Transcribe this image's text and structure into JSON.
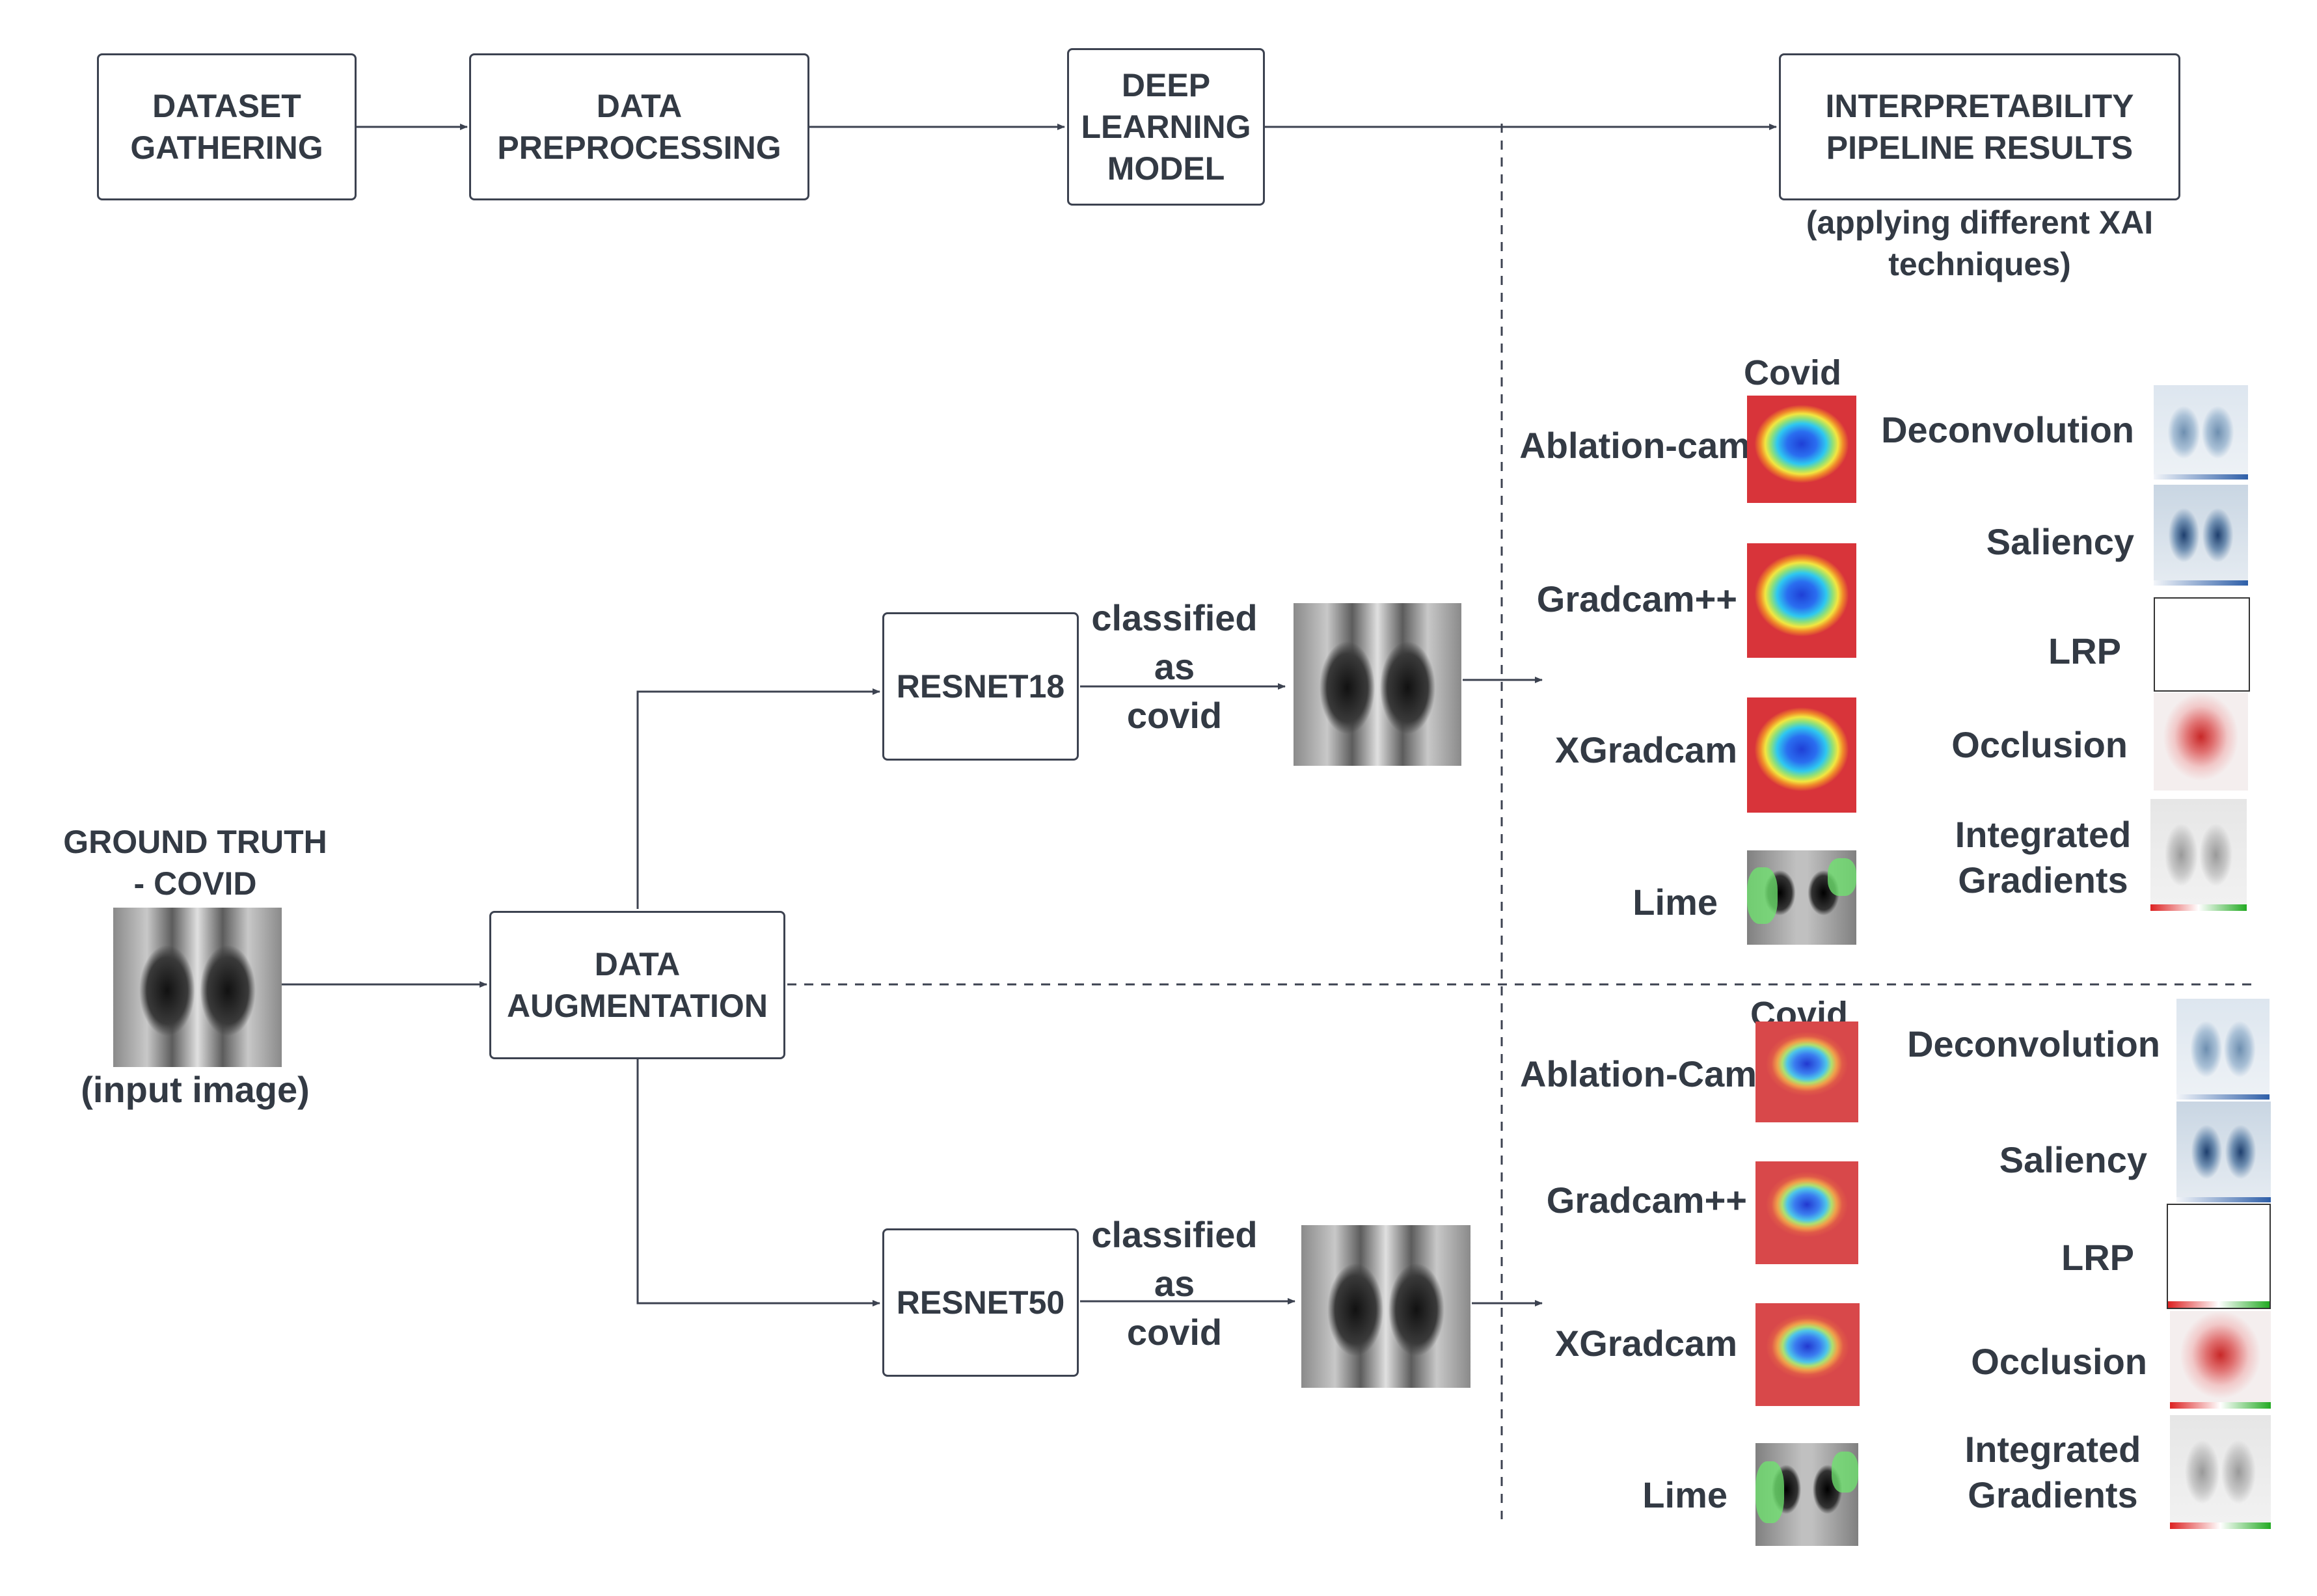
{
  "pipeline": {
    "dataset_gathering": "DATASET\nGATHERING",
    "data_preprocessing": "DATA\nPREPROCESSING",
    "deep_learning_model": "DEEP\nLEARNING\nMODEL",
    "interpretability_results": "INTERPRETABILITY\nPIPELINE RESULTS",
    "interpretability_note": "(applying different XAI\ntechniques)"
  },
  "input": {
    "ground_truth": "GROUND TRUTH\n- COVID",
    "caption": "(input image)"
  },
  "augmentation": "DATA\nAUGMENTATION",
  "models": [
    {
      "name": "RESNET18",
      "classified_label": "classified\nas\ncovid",
      "class_header": "Covid",
      "cam_methods": [
        "Ablation-cam",
        "Gradcam++",
        "XGradcam",
        "Lime"
      ],
      "attribution_methods": [
        "Deconvolution",
        "Saliency",
        "LRP",
        "Occlusion",
        "Integrated\nGradients"
      ]
    },
    {
      "name": "RESNET50",
      "classified_label": "classified\nas\ncovid",
      "class_header": "Covid",
      "cam_methods": [
        "Ablation-Cam",
        "Gradcam++",
        "XGradcam",
        "Lime"
      ],
      "attribution_methods": [
        "Deconvolution",
        "Saliency",
        "LRP",
        "Occlusion",
        "Integrated\nGradients"
      ]
    }
  ],
  "colors": {
    "stroke": "#3c4250",
    "text": "#333a44"
  }
}
